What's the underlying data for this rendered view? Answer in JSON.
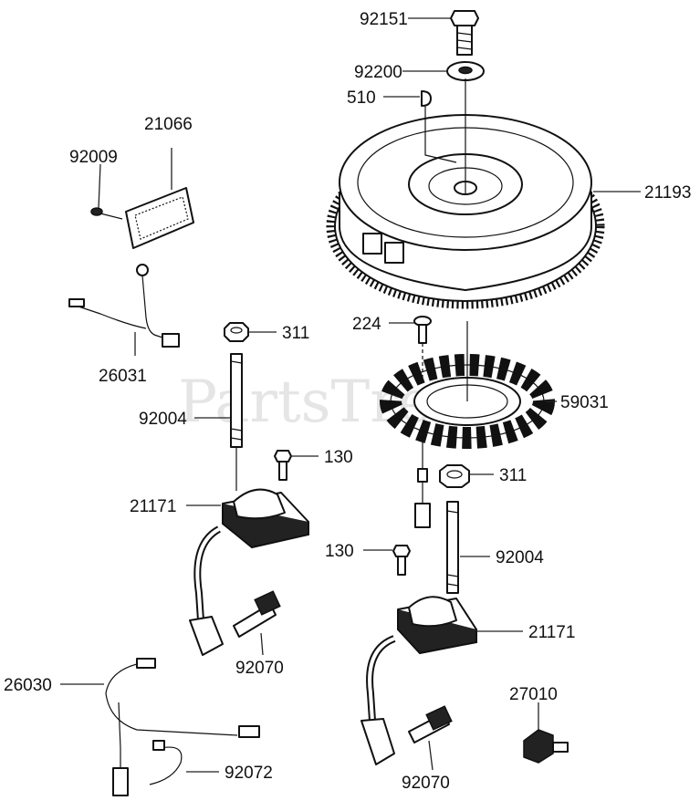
{
  "watermark": "PartsTree",
  "callouts": {
    "c92151": "92151",
    "c92200": "92200",
    "c510": "510",
    "c21066": "21066",
    "c92009": "92009",
    "c21193": "21193",
    "c311_top": "311",
    "c224": "224",
    "c26031": "26031",
    "c59031": "59031",
    "c92004_left": "92004",
    "c130_left": "130",
    "c311_right": "311",
    "c21171_left": "21171",
    "c130_right": "130",
    "c92004_right": "92004",
    "c21171_right": "21171",
    "c92070_left": "92070",
    "c26030": "26030",
    "c27010": "27010",
    "c92072": "92072",
    "c92070_right": "92070"
  }
}
